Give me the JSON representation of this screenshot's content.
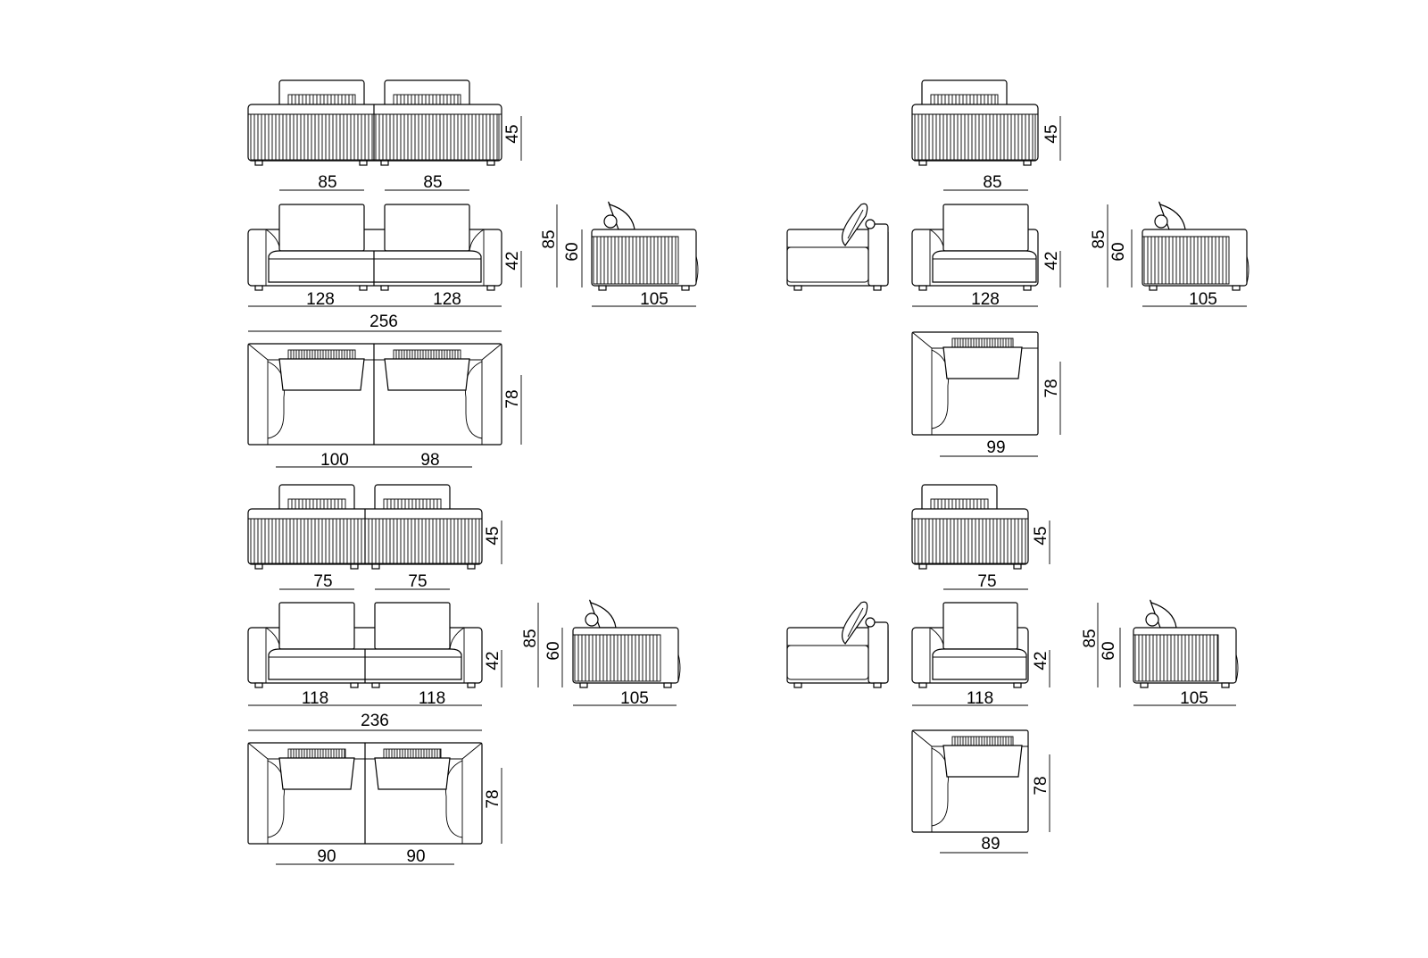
{
  "colors": {
    "line": "#000000",
    "background": "#ffffff"
  },
  "models": {
    "large": {
      "back_view": {
        "seat_depth_left": "85",
        "seat_depth_right": "85",
        "seat_height": "45"
      },
      "front_view": {
        "module_left": "128",
        "module_right": "128",
        "total_width": "256",
        "arm_height": "42"
      },
      "side_view": {
        "total_height": "85",
        "back_height": "60",
        "depth": "105"
      },
      "top_view": {
        "seat_left": "100",
        "seat_right": "98",
        "depth": "78"
      },
      "single": {
        "back_seat_depth": "85",
        "seat_height": "45",
        "module_width": "128",
        "arm_height": "42",
        "side_total_height": "85",
        "side_back_height": "60",
        "side_depth": "105",
        "top_width": "99",
        "top_depth": "78"
      }
    },
    "small": {
      "back_view": {
        "seat_depth_left": "75",
        "seat_depth_right": "75",
        "seat_height": "45"
      },
      "front_view": {
        "module_left": "118",
        "module_right": "118",
        "total_width": "236",
        "arm_height": "42"
      },
      "side_view": {
        "total_height": "85",
        "back_height": "60",
        "depth": "105"
      },
      "top_view": {
        "seat_left": "90",
        "seat_right": "90",
        "depth": "78"
      },
      "single": {
        "back_seat_depth": "75",
        "seat_height": "45",
        "module_width": "118",
        "arm_height": "42",
        "side_total_height": "85",
        "side_back_height": "60",
        "side_depth": "105",
        "top_width": "89",
        "top_depth": "78"
      }
    }
  }
}
